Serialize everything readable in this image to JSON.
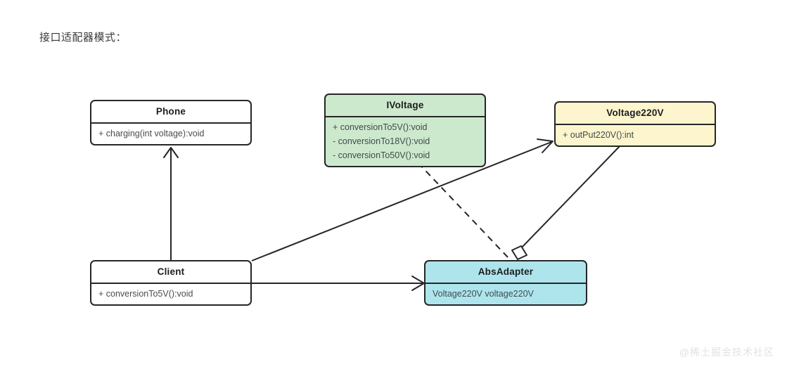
{
  "page": {
    "title": "接口适配器模式：",
    "watermark": "@稀土掘金技术社区",
    "background": "#ffffff",
    "line_color": "#262626"
  },
  "classes": [
    {
      "id": "phone",
      "name": "Phone",
      "fill": "#ffffff",
      "members": [
        "+ charging(int voltage):void"
      ]
    },
    {
      "id": "ivoltage",
      "name": "IVoltage",
      "fill": "#cde9cd",
      "members": [
        "+ conversionTo5V():void",
        "-  conversionTo18V():void",
        "-  conversionTo50V():void"
      ]
    },
    {
      "id": "voltage220v",
      "name": "Voltage220V",
      "fill": "#fcf5cd",
      "members": [
        "+ outPut220V():int"
      ]
    },
    {
      "id": "client",
      "name": "Client",
      "fill": "#ffffff",
      "members": [
        "+ conversionTo5V():void"
      ]
    },
    {
      "id": "absadapter",
      "name": "AbsAdapter",
      "fill": "#aee5ed",
      "members": [
        "Voltage220V voltage220V"
      ]
    }
  ],
  "edges": [
    {
      "id": "client-to-phone",
      "from": "Client",
      "to": "Phone",
      "style": "solid",
      "head": "open-arrow"
    },
    {
      "id": "client-to-voltage220v",
      "from": "Client",
      "to": "Voltage220V",
      "style": "solid",
      "head": "open-arrow"
    },
    {
      "id": "client-to-absadapter",
      "from": "Client",
      "to": "AbsAdapter",
      "style": "solid",
      "head": "open-arrow"
    },
    {
      "id": "absadapter-to-ivoltage",
      "from": "AbsAdapter",
      "to": "IVoltage",
      "style": "dashed",
      "head": "hollow-triangle"
    },
    {
      "id": "absadapter-to-voltage220v",
      "from": "AbsAdapter",
      "to": "Voltage220V",
      "style": "solid",
      "head": "open-arrow",
      "tail": "hollow-diamond"
    }
  ]
}
